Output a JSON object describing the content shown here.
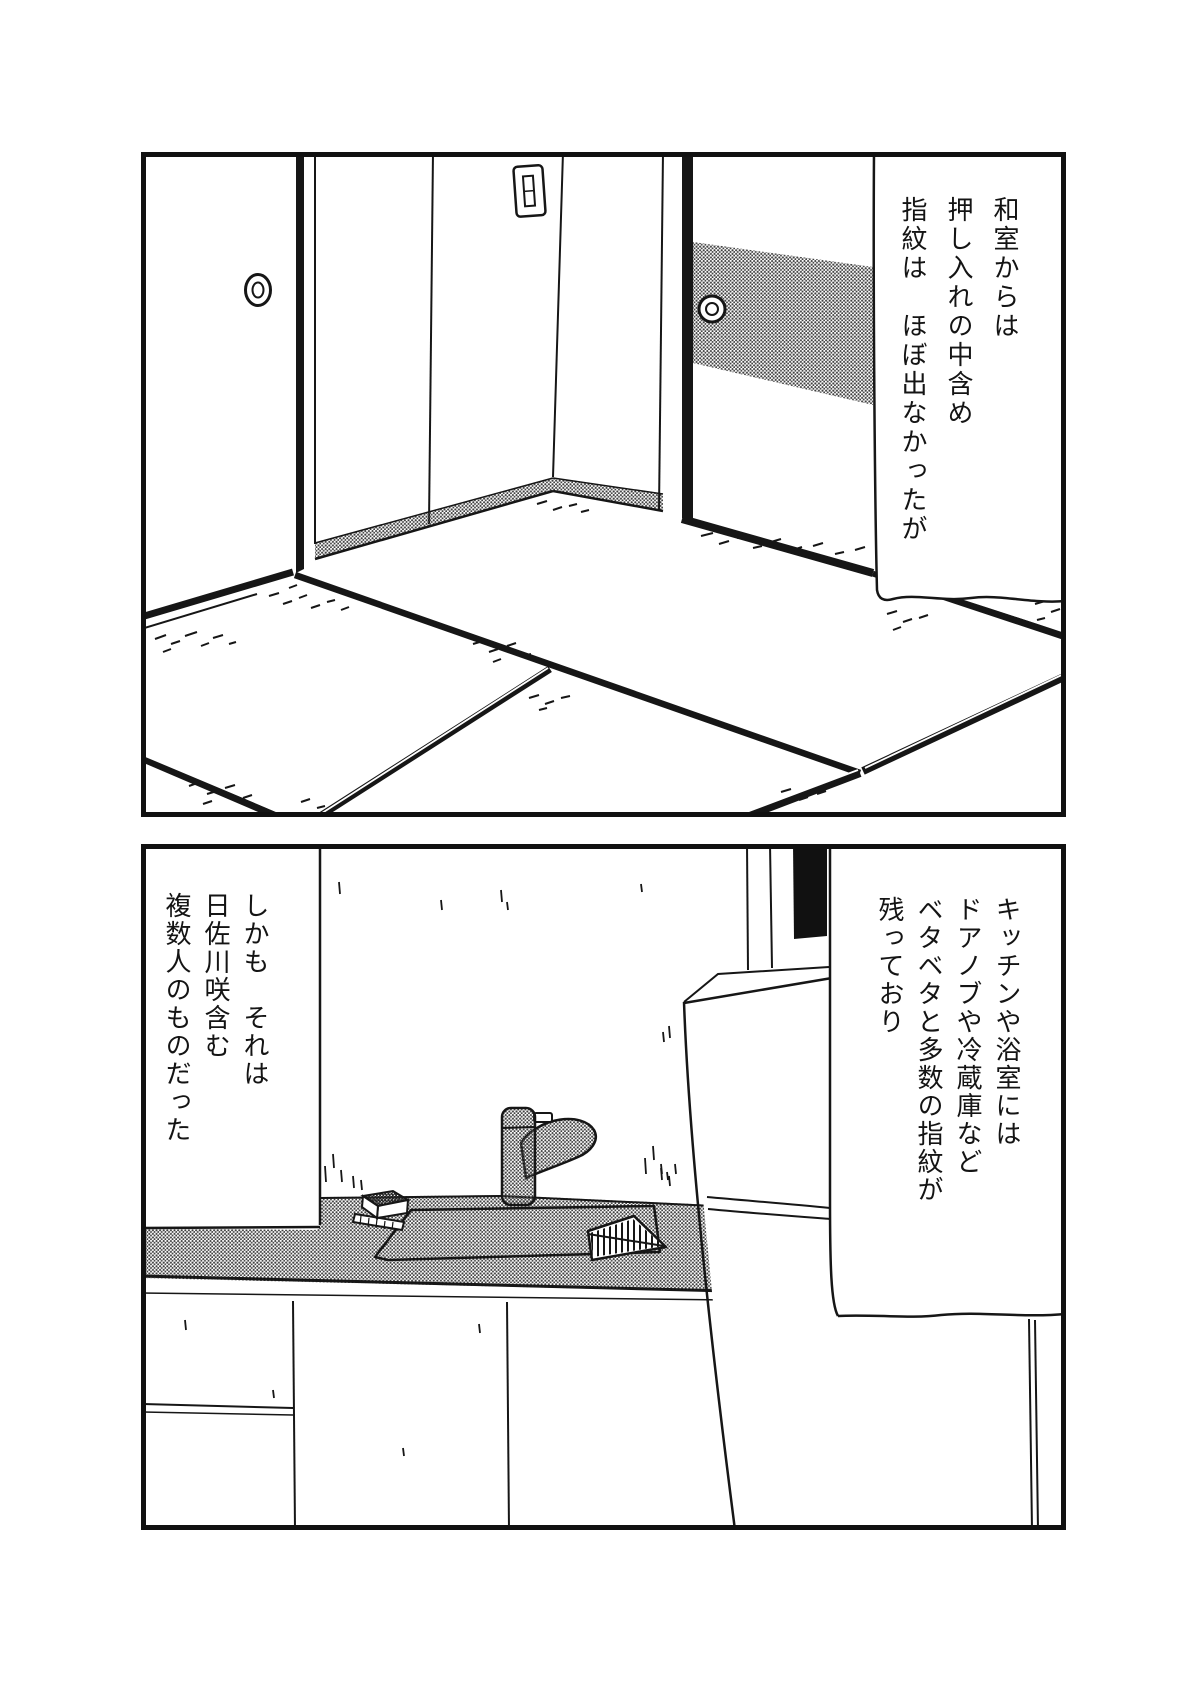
{
  "page": {
    "type": "manga-page",
    "background": "#ffffff"
  },
  "colors": {
    "ink": "#1a1a1a",
    "paper": "#ffffff",
    "tone_gray": "#4a4a4a"
  },
  "panel1": {
    "scene": "japanese-tatami-room with sliding doors",
    "narration": {
      "cols": [
        "和室からは",
        "押し入れの中含め",
        "指紋は　ほぼ出なかったが"
      ]
    }
  },
  "panel2": {
    "scene": "kitchen with sink, faucet and refrigerator",
    "narration_right": {
      "cols": [
        "キッチンや浴室には",
        "ドアノブや冷蔵庫など",
        "ベタベタと多数の指紋が",
        "残っており"
      ]
    },
    "narration_left": {
      "cols": [
        "しかも　それは",
        "日佐川咲含む",
        "複数人のものだった"
      ]
    }
  }
}
